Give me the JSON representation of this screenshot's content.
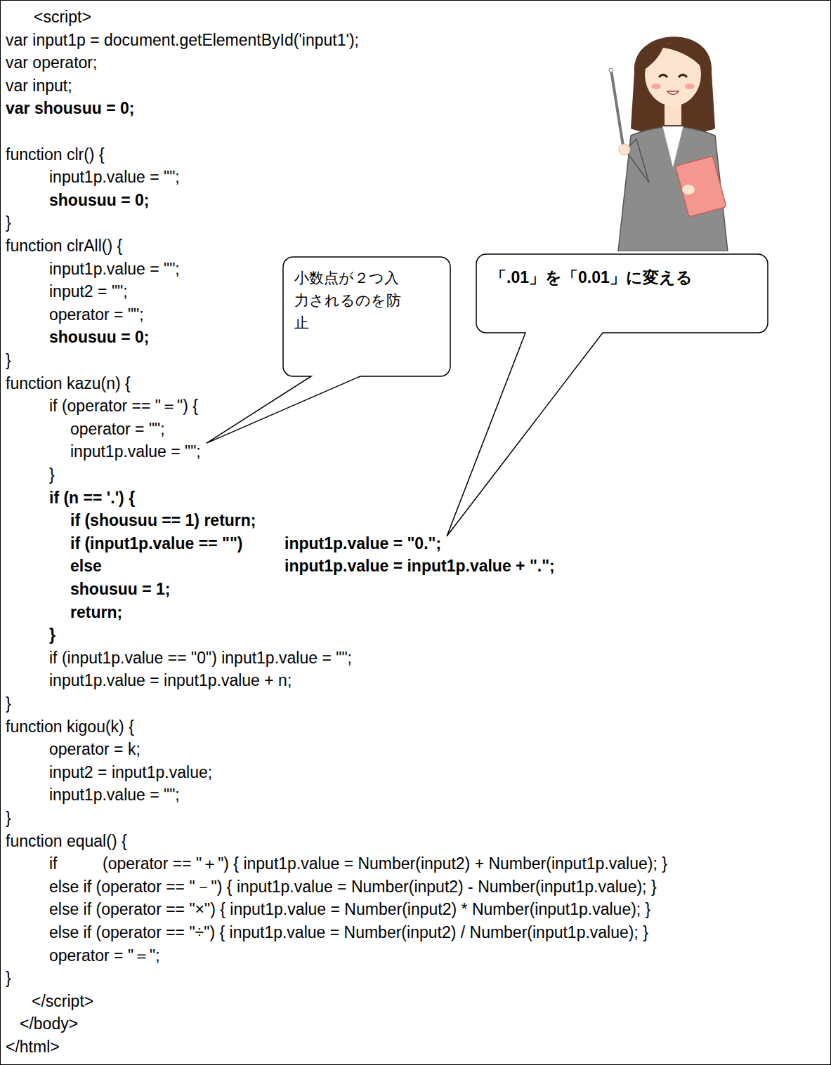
{
  "diagram": {
    "nodes": [
      {
        "text": [
          "小数点が２つ入力されるのを防止"
        ]
      },
      {
        "text": [
          "「.01」を「0.01」に変える"
        ]
      }
    ],
    "labels": [
      "<script>",
      "var input1p = document.getElementById('input1');",
      "var operator;",
      "var input;",
      "var shousuu = 0;",
      "function clr() {",
      "input1p.value = \"\";",
      "shousuu = 0;",
      "}",
      "function clrAll() {",
      "input1p.value = \"\";",
      "input2 = \"\";",
      "operator = \"\";",
      "shousuu = 0;",
      "}",
      "function kazu(n) {",
      "if (operator == \"＝\") {",
      "operator = \"\";",
      "input1p.value = \"\";",
      "}",
      "if (n == '.') {",
      "if (shousuu == 1) return;",
      "if (input1p.value == \"\")",
      "input1p.value = \"0.\";",
      "else",
      "input1p.value = input1p.value + \".\";",
      "shousuu = 1;",
      "return;",
      "}",
      "if (input1p.value == \"0\") input1p.value = \"\";",
      "input1p.value = input1p.value + n;",
      "}",
      "function kigou(k) {",
      "operator = k;",
      "input2 = input1p.value;",
      "input1p.value = \"\";",
      "}",
      "function equal() {",
      "if",
      "(operator == \"＋\") { input1p.value = Number(input2) + Number(input1p.value); }",
      "else if (operator == \"－\") { input1p.value = Number(input2) - Number(input1p.value); }",
      "else if (operator == \"×\") { input1p.value = Number(input2) * Number(input1p.value); }",
      "else if (operator == \"÷\") { input1p.value = Number(input2) / Number(input1p.value); }",
      "operator = \"＝\";",
      "}",
      "</script>",
      "</body>",
      "</html>"
    ]
  }
}
